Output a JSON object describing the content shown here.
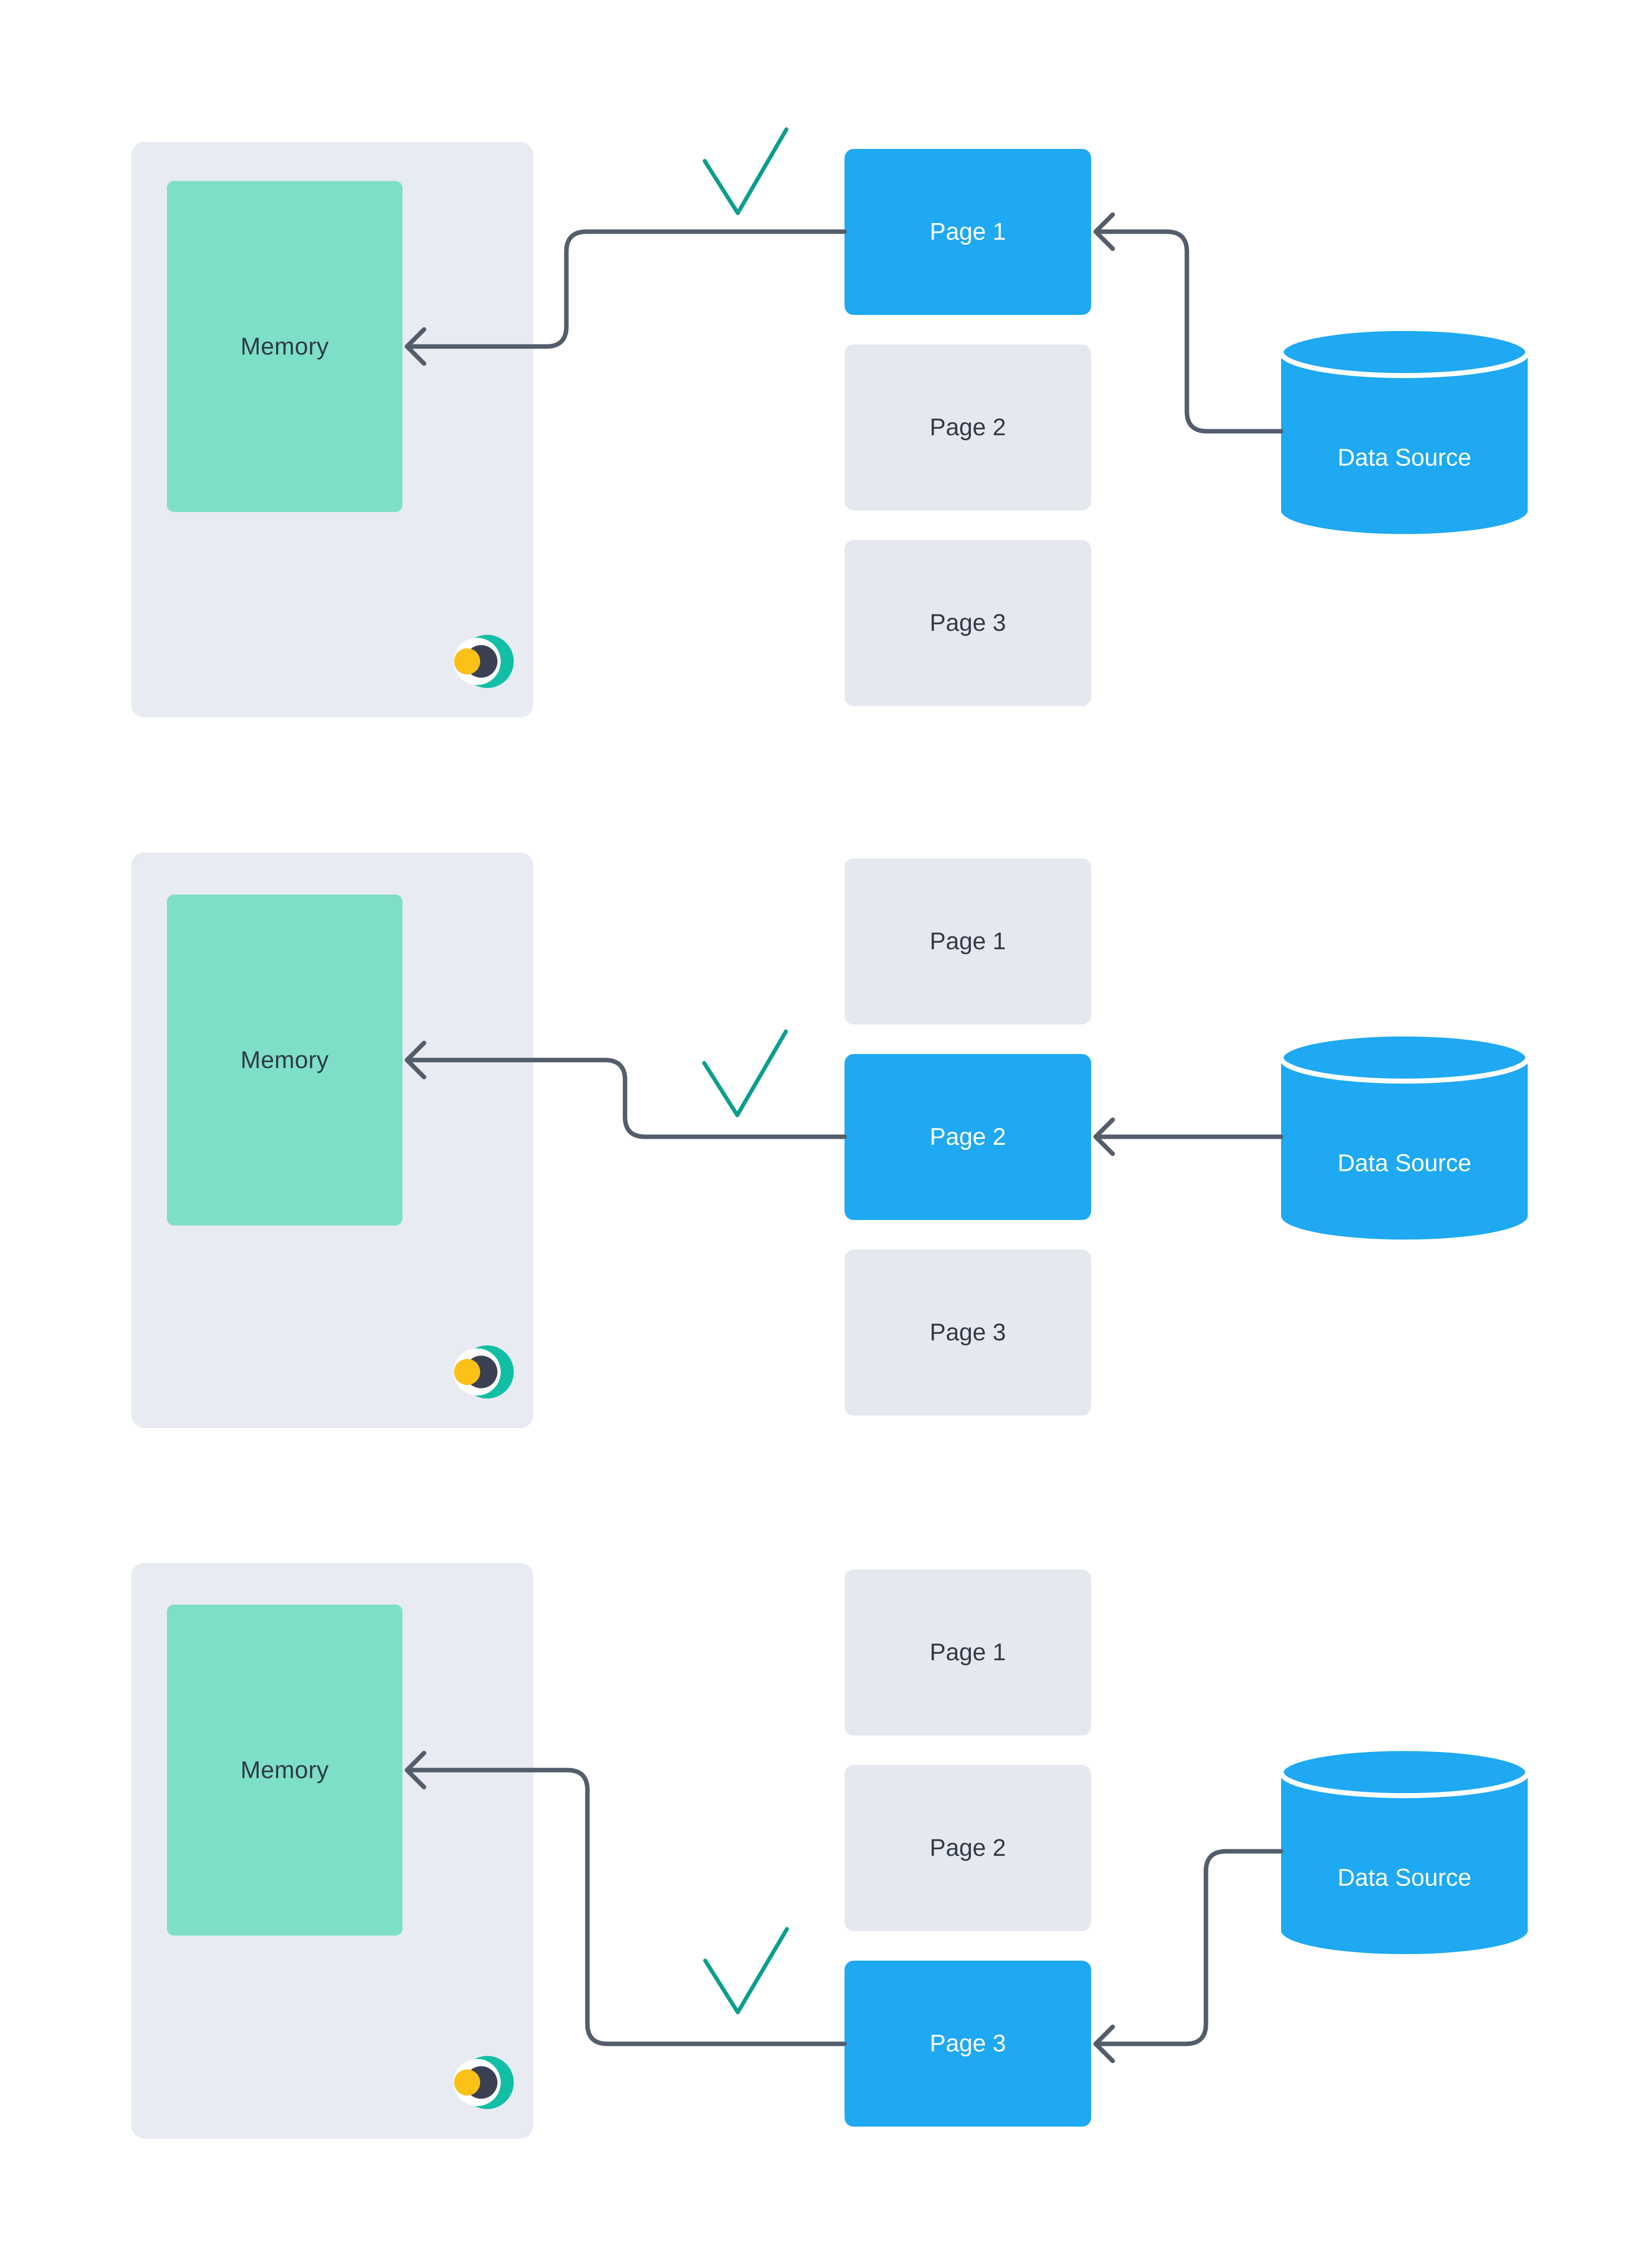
{
  "title": "Memory paging / data source diagram",
  "colors": {
    "background": "#FFFFFF",
    "panel_gray": "#E8EBF2",
    "page_gray": "#E5E8EF",
    "active_blue": "#1EA9F2",
    "memory_teal": "#7DDFC8",
    "arrow_slate": "#545D6B",
    "check_teal": "#0C9E8E",
    "dark_text": "#2F3A45",
    "logo_teal": "#12BFA6",
    "logo_dark": "#3A4152",
    "logo_yellow": "#FBC117",
    "white": "#FFFFFF"
  },
  "icons": {
    "logo": "eclipse-moon-logo-icon",
    "data_source": "database-cylinder-icon",
    "check": "checkmark-icon",
    "arrow": "left-arrow"
  },
  "sections": [
    {
      "name": "stage-1-page-1-loaded",
      "memory": {
        "label": "Memory"
      },
      "pages": [
        {
          "label": "Page 1",
          "active": true
        },
        {
          "label": "Page 2",
          "active": false
        },
        {
          "label": "Page 3",
          "active": false
        }
      ],
      "data_source": {
        "label": "Data Source"
      }
    },
    {
      "name": "stage-2-page-2-loaded",
      "memory": {
        "label": "Memory"
      },
      "pages": [
        {
          "label": "Page 1",
          "active": false
        },
        {
          "label": "Page 2",
          "active": true
        },
        {
          "label": "Page 3",
          "active": false
        }
      ],
      "data_source": {
        "label": "Data Source"
      }
    },
    {
      "name": "stage-3-page-3-loaded",
      "memory": {
        "label": "Memory"
      },
      "pages": [
        {
          "label": "Page 1",
          "active": false
        },
        {
          "label": "Page 2",
          "active": false
        },
        {
          "label": "Page 3",
          "active": true
        }
      ],
      "data_source": {
        "label": "Data Source"
      }
    }
  ]
}
